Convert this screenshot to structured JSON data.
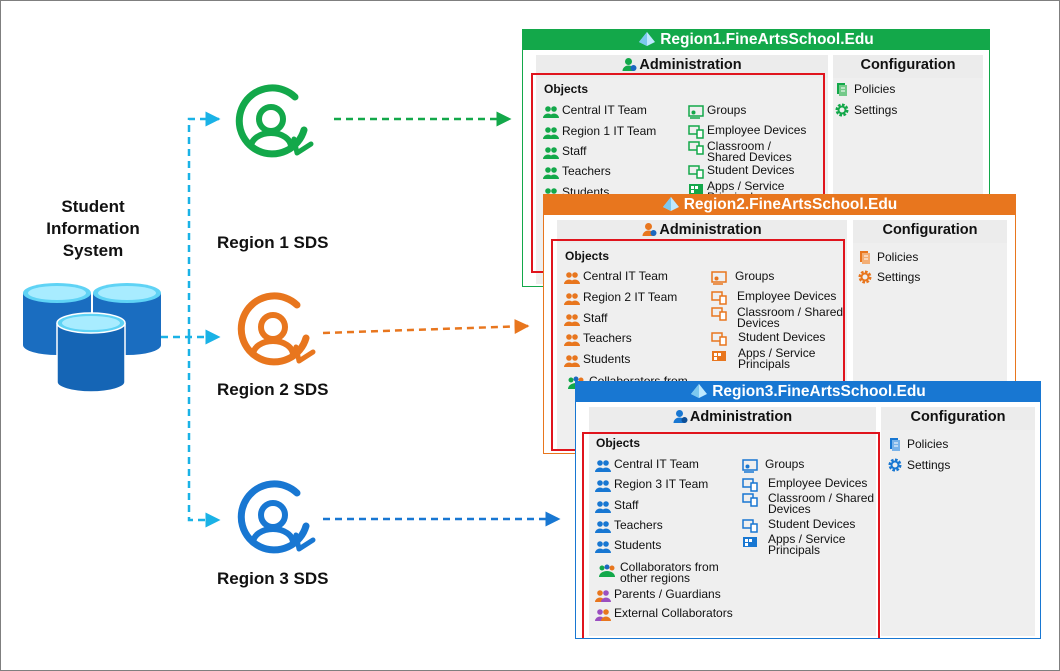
{
  "sis": {
    "title_lines": [
      "Student",
      "Information",
      "System"
    ]
  },
  "colors": {
    "region1": "#13a84a",
    "region2": "#e8761e",
    "region3": "#1877d2",
    "connector": "#1ab2e6",
    "highlight": "#e0141d",
    "db": "#1a6dc0"
  },
  "regions": [
    {
      "label": "Region 1 SDS",
      "color": "#13a84a",
      "tenant": {
        "domain": "Region1.FineArtsSchool.Edu",
        "administration": "Administration",
        "configuration": "Configuration",
        "objects_title": "Objects",
        "objects_left": [
          "Central IT Team",
          "Region 1 IT Team",
          "Staff",
          "Teachers",
          "Students"
        ],
        "objects_right": [
          "Groups",
          "Employee Devices",
          "Classroom / Shared Devices",
          "Student Devices",
          "Apps / Service Principals"
        ],
        "config_items": [
          "Policies",
          "Settings"
        ]
      }
    },
    {
      "label": "Region 2 SDS",
      "color": "#e8761e",
      "tenant": {
        "domain": "Region2.FineArtsSchool.Edu",
        "administration": "Administration",
        "configuration": "Configuration",
        "objects_title": "Objects",
        "objects_left": [
          "Central IT Team",
          "Region 2 IT Team",
          "Staff",
          "Teachers",
          "Students",
          "Collaborators from"
        ],
        "objects_right": [
          "Groups",
          "Employee Devices",
          "Classroom / Shared Devices",
          "Student Devices",
          "Apps / Service Principals"
        ],
        "config_items": [
          "Policies",
          "Settings"
        ]
      }
    },
    {
      "label": "Region 3 SDS",
      "color": "#1877d2",
      "tenant": {
        "domain": "Region3.FineArtsSchool.Edu",
        "administration": "Administration",
        "configuration": "Configuration",
        "objects_title": "Objects",
        "objects_left": [
          "Central IT Team",
          "Region 3 IT Team",
          "Staff",
          "Teachers",
          "Students",
          "Collaborators from other regions",
          "Parents / Guardians",
          "External Collaborators"
        ],
        "objects_right": [
          "Groups",
          "Employee Devices",
          "Classroom / Shared Devices",
          "Student Devices",
          "Apps / Service Principals"
        ],
        "config_items": [
          "Policies",
          "Settings"
        ]
      }
    }
  ]
}
